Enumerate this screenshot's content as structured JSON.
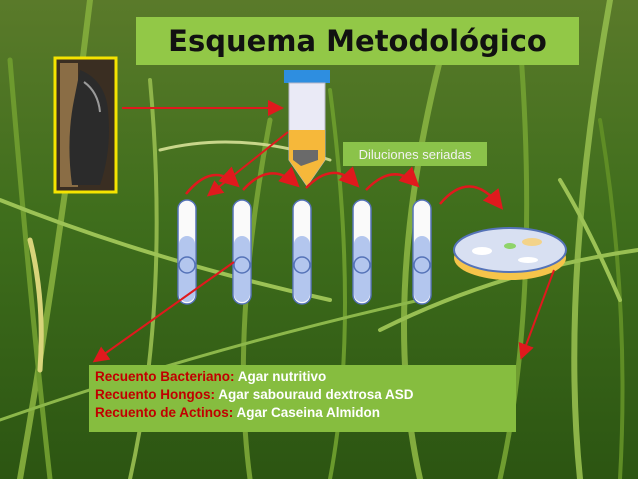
{
  "title": "Esquema Metodológico",
  "dilution_label": "Diluciones seriadas",
  "results": [
    {
      "key": "Recuento Bacteriano:",
      "value": " Agar nutritivo"
    },
    {
      "key": "Recuento Hongos:",
      "value": " Agar sabouraud dextrosa ASD"
    },
    {
      "key": "Recuento de Actinos:",
      "value": "  Agar Caseina Almidon"
    }
  ],
  "colors": {
    "title_bg": "#92c847",
    "arrow": "#e0191d",
    "sample_frame": "#f5e400",
    "tube_fill": "#b3c6ee",
    "key_text": "#c00000"
  },
  "icons": [
    "soil-sample-photo",
    "centrifuge-tube-icon",
    "test-tube-icon",
    "petri-dish-icon"
  ]
}
